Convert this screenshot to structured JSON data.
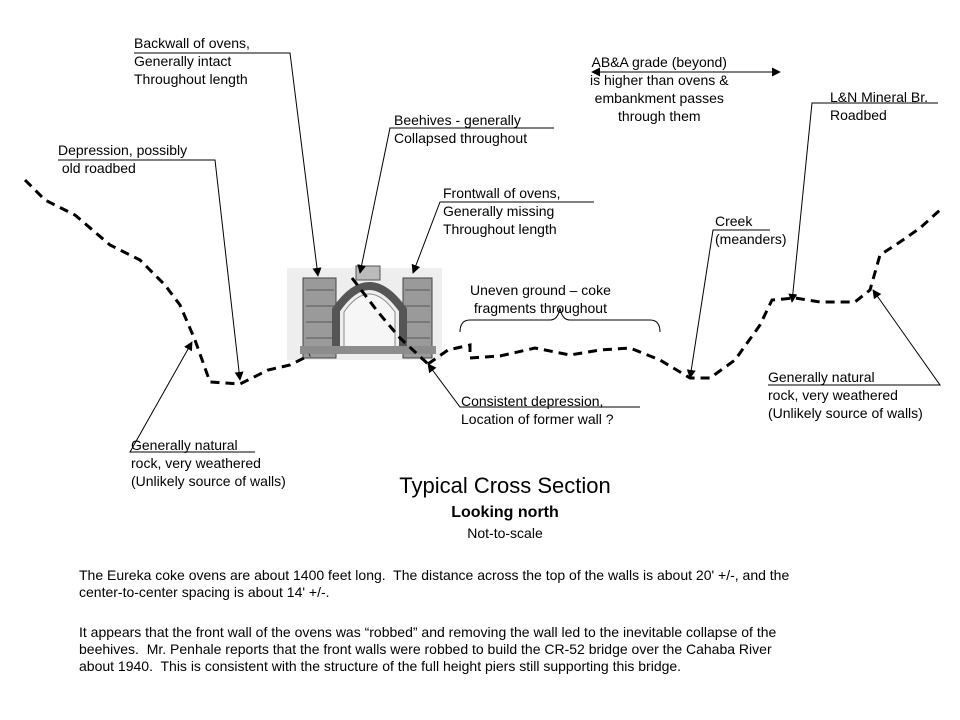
{
  "diagram": {
    "title": "Typical Cross Section",
    "subtitle": "Looking north",
    "note": "Not-to-scale",
    "labels": {
      "backwall": "Backwall of ovens,\nGenerally intact\nThroughout length",
      "depression": "Depression, possibly\n old roadbed",
      "beehives": "Beehives - generally\nCollapsed throughout",
      "frontwall": "Frontwall of ovens,\nGenerally missing\nThroughout length",
      "abagrade": "AB&A grade (beyond)\nis higher than ovens &\nembankment passes\nthrough them",
      "lnmineral": "L&N Mineral Br.\nRoadbed",
      "creek": "Creek\n(meanders)",
      "uneven": "Uneven ground – coke\nfragments throughout",
      "consistent": "Consistent depression,\nLocation of former wall ?",
      "rock_left": "Generally natural\nrock, very weathered\n(Unlikely source of walls)",
      "rock_right": "Generally natural\nrock, very weathered\n(Unlikely source of walls)"
    },
    "paragraphs": [
      "The Eureka coke ovens are about 1400 feet long.  The distance across the top of the walls is about 20' +/-, and the\ncenter-to-center spacing is about 14' +/-.",
      "It appears that the front wall of the ovens was “robbed” and removing the wall led to the inevitable collapse of the\nbeehives.  Mr. Penhale reports that the front walls were robbed to build the CR-52 bridge over the Cahaba River\nabout 1940.  This is consistent with the structure of the full height piers still supporting this bridge."
    ]
  },
  "colors": {
    "ink": "#000000",
    "sketch_fill": "#e6e6e6",
    "stone": "#8a8a8a"
  }
}
